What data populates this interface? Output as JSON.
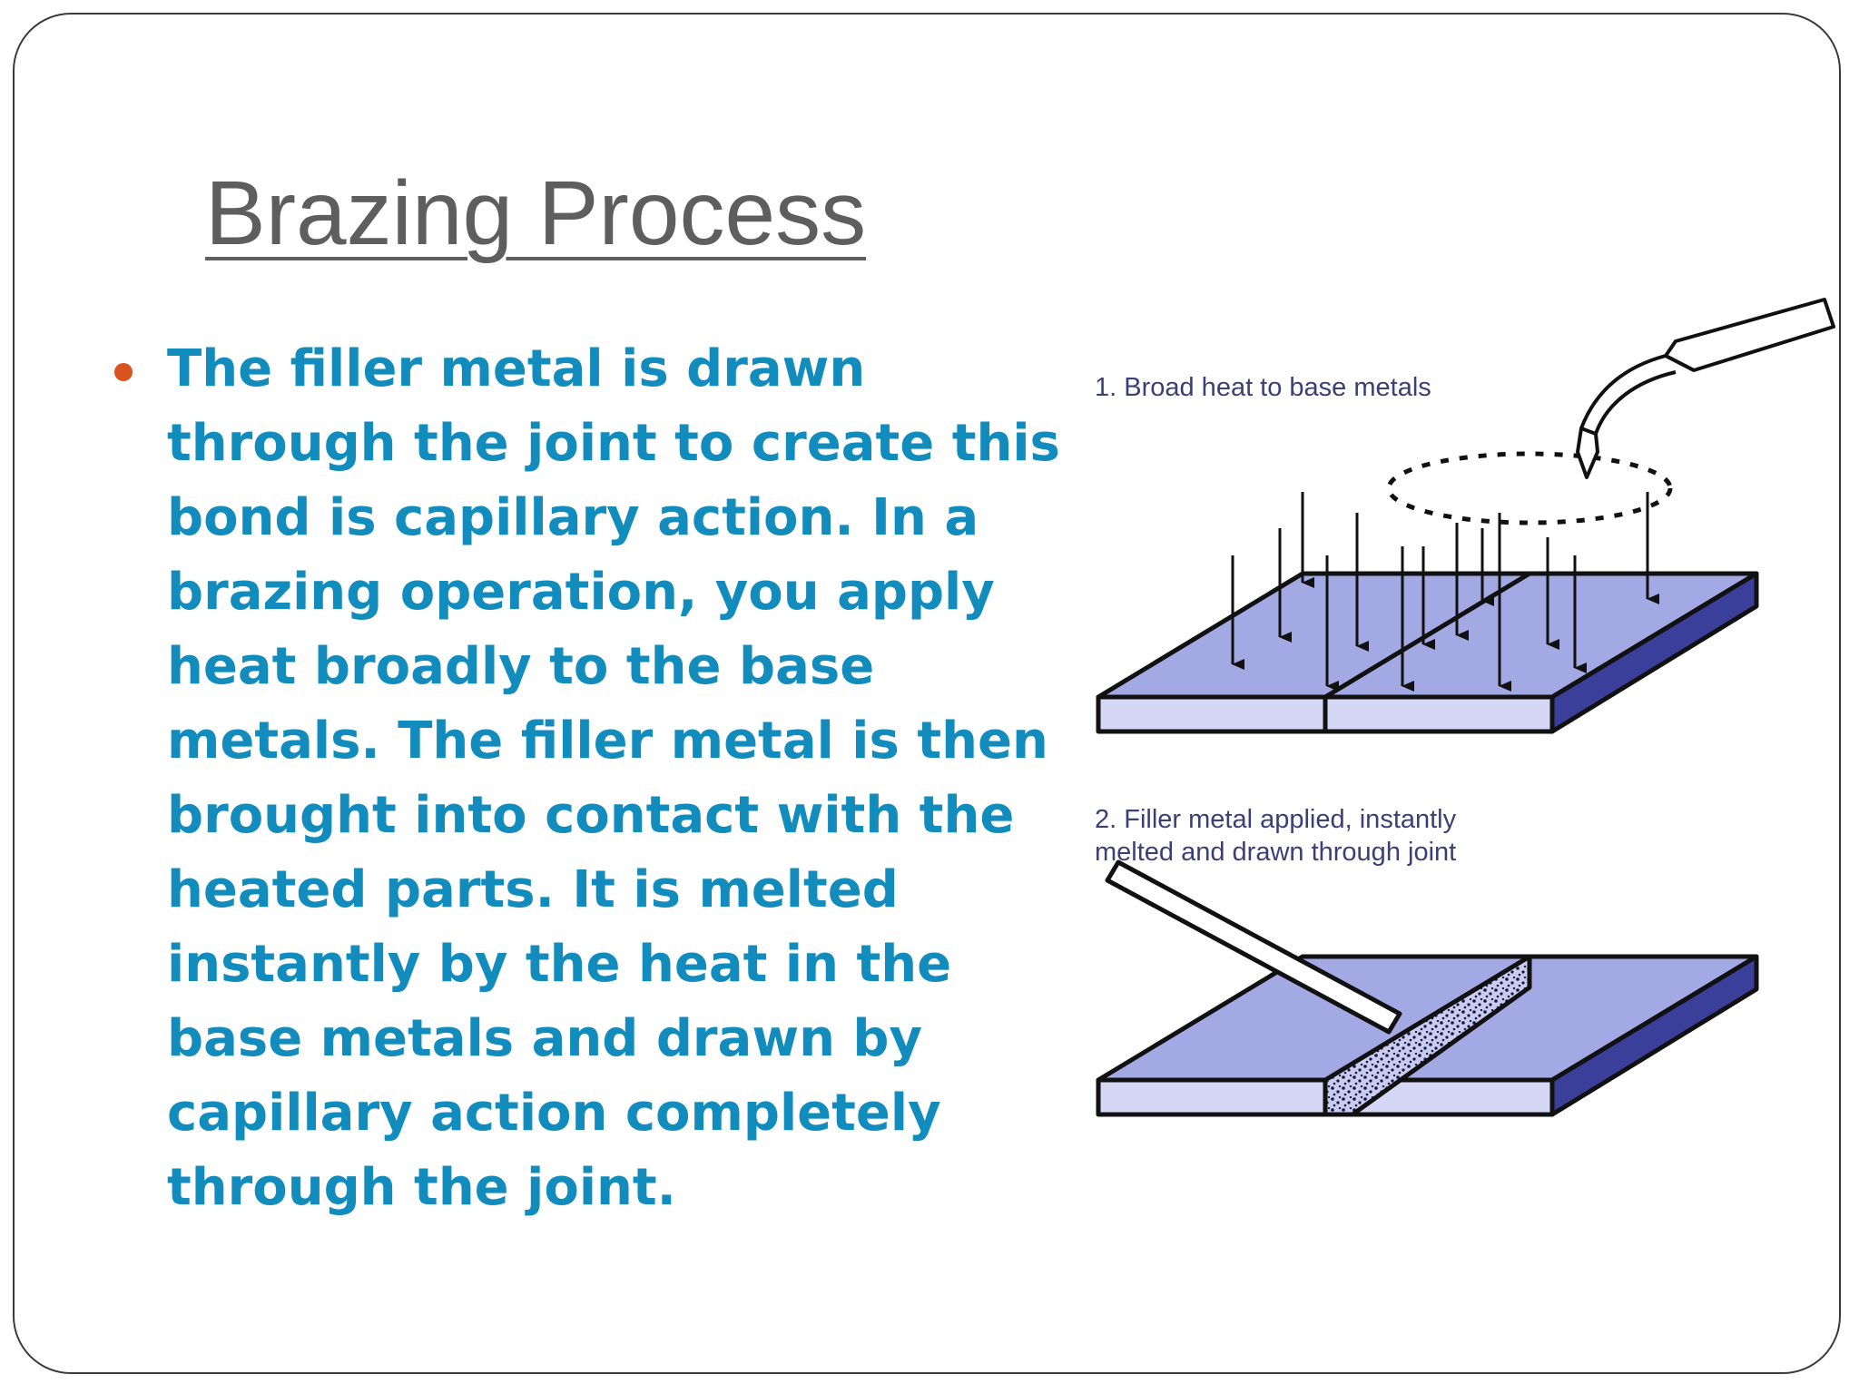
{
  "slide": {
    "title": "Brazing Process",
    "bullet_text": "The filler metal is drawn through the joint to create this bond is capillary action. In a brazing operation, you apply heat broadly to the base metals. The filler metal is then brought into contact with the heated parts. It is melted instantly by the heat in the base metals and drawn by capillary action completely through the joint.",
    "colors": {
      "title": "#5e5e5e",
      "body_text": "#128bbd",
      "bullet": "#d9531e",
      "plate_top": "#a3a9e2",
      "plate_side": "#3a3f9a",
      "plate_front": "#d5d8f4"
    }
  },
  "diagram": {
    "step1_caption": "1. Broad heat to base metals",
    "step2_caption_line1": "2.  Filler metal applied, instantly",
    "step2_caption_line2": "melted and drawn through joint"
  }
}
